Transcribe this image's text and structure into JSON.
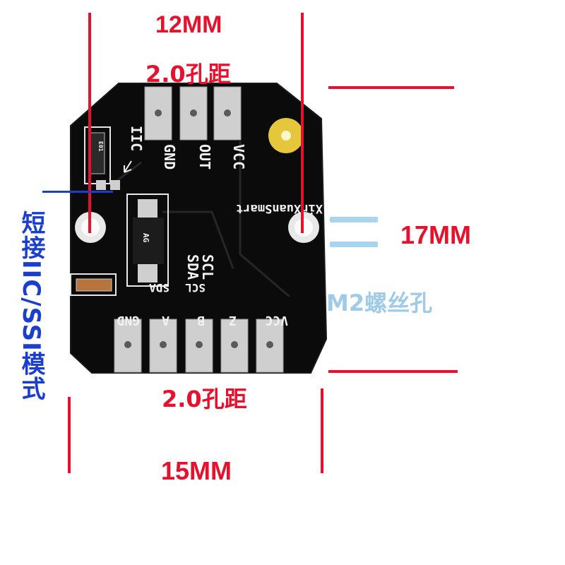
{
  "dimensions": {
    "top_width": "12MM",
    "top_pitch": "2.0孔距",
    "bottom_pitch": "2.0孔距",
    "bottom_width": "15MM",
    "height": "17MM"
  },
  "notes": {
    "mode_note": "短接IIC/SSI模式",
    "screw_hole": "M2螺丝孔"
  },
  "board": {
    "top_pins": [
      "GND",
      "OUT",
      "VCC"
    ],
    "iic_label": "IIC",
    "brand": "XinXuanSmart",
    "chip_mark": "AG",
    "resistor_mark": "E01",
    "mid_labels": [
      "SCL",
      "SDA"
    ],
    "bottom_pins": [
      "VCC",
      "Z",
      "B",
      "A",
      "GND"
    ],
    "bottom_secondary": [
      "SCL",
      "SDA"
    ]
  },
  "colors": {
    "dimension": "#e8112d",
    "note_blue": "#1a3fd0",
    "note_light_blue": "#9fcbe8",
    "pcb": "#0d0d0d",
    "pad": "#c9c9c9",
    "gold_pad": "#e6c63a"
  }
}
